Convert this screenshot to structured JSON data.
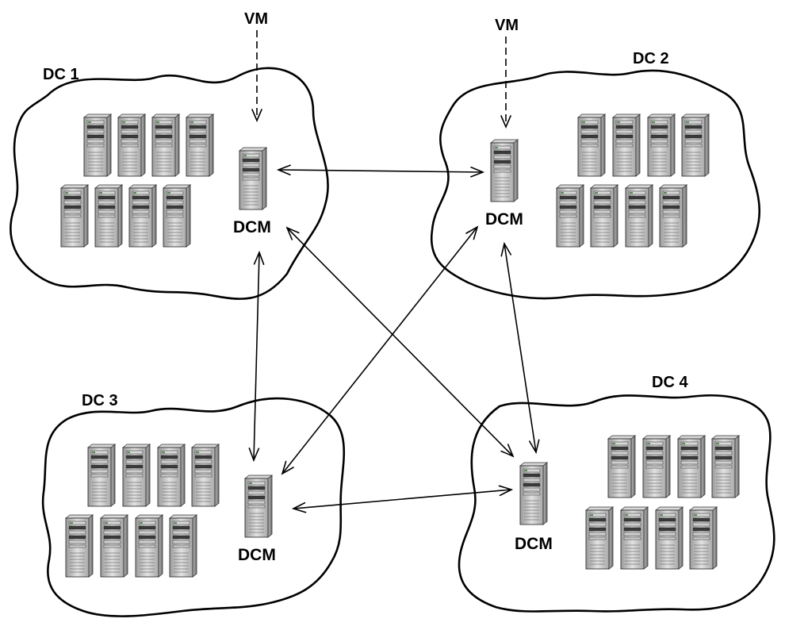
{
  "diagram": {
    "datacenters": [
      {
        "id": "dc1",
        "label": "DC 1",
        "manager_label": "DCM",
        "server_count": 8
      },
      {
        "id": "dc2",
        "label": "DC 2",
        "manager_label": "DCM",
        "server_count": 8
      },
      {
        "id": "dc3",
        "label": "DC 3",
        "manager_label": "DCM",
        "server_count": 8
      },
      {
        "id": "dc4",
        "label": "DC 4",
        "manager_label": "DCM",
        "server_count": 8
      }
    ],
    "vm_inputs": [
      {
        "label": "VM",
        "target": "dc1"
      },
      {
        "label": "VM",
        "target": "dc2"
      }
    ],
    "links": [
      {
        "from": "dc1",
        "to": "dc2",
        "bidirectional": true
      },
      {
        "from": "dc1",
        "to": "dc3",
        "bidirectional": true
      },
      {
        "from": "dc1",
        "to": "dc4",
        "bidirectional": true
      },
      {
        "from": "dc2",
        "to": "dc3",
        "bidirectional": true
      },
      {
        "from": "dc2",
        "to": "dc4",
        "bidirectional": true
      },
      {
        "from": "dc3",
        "to": "dc4",
        "bidirectional": true
      }
    ]
  }
}
